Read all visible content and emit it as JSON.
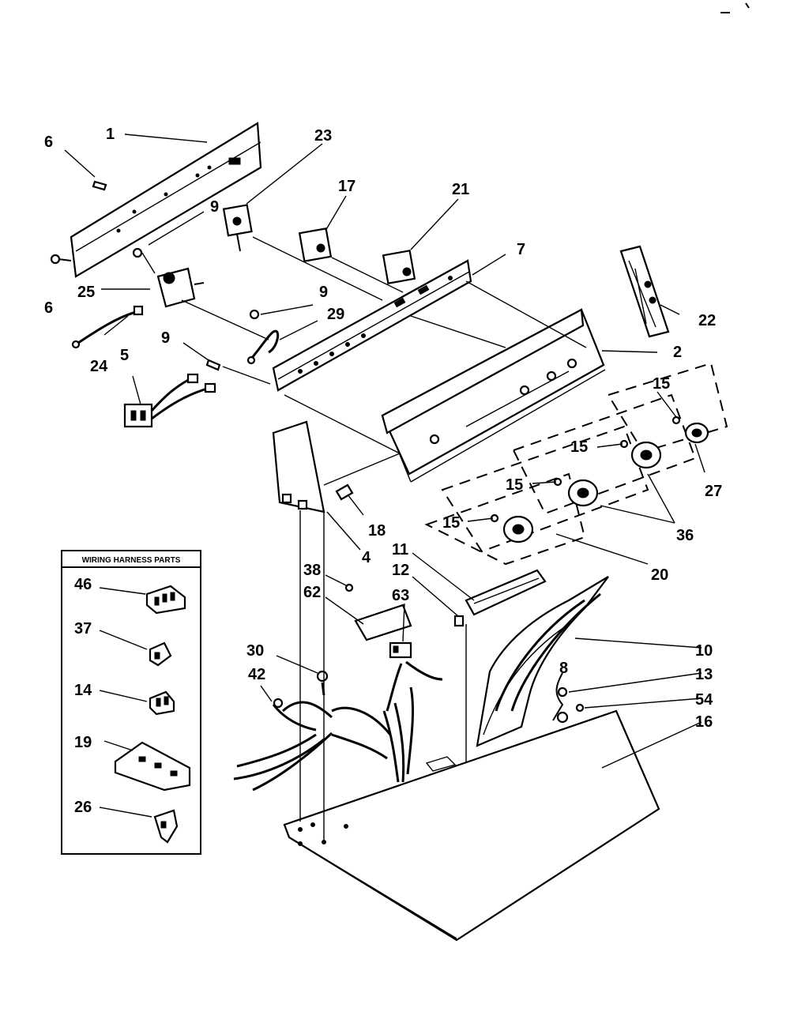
{
  "wiring_box_title": "WIRING HARNESS PARTS",
  "callouts": {
    "c1": "1",
    "c6a": "6",
    "c6b": "6",
    "c23": "23",
    "c17": "17",
    "c21": "21",
    "c9a": "9",
    "c9b": "9",
    "c9c": "9",
    "c7": "7",
    "c25": "25",
    "c29": "29",
    "c22": "22",
    "c24": "24",
    "c5": "5",
    "c2": "2",
    "c15a": "15",
    "c15b": "15",
    "c15c": "15",
    "c15d": "15",
    "c27": "27",
    "c18": "18",
    "c36": "36",
    "c4": "4",
    "c11": "11",
    "c12": "12",
    "c20": "20",
    "c38": "38",
    "c62": "62",
    "c63": "63",
    "c10": "10",
    "c30": "30",
    "c8": "8",
    "c13": "13",
    "c42": "42",
    "c54": "54",
    "c16": "16",
    "c46": "46",
    "c37": "37",
    "c14": "14",
    "c19": "19",
    "c26": "26"
  }
}
